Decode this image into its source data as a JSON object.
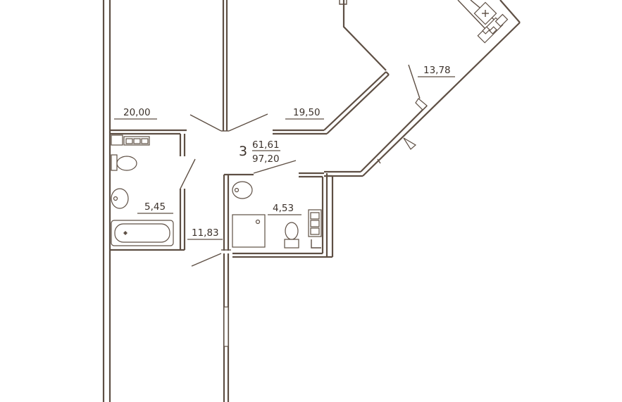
{
  "apartment": {
    "rooms": "3",
    "living_area": "61,61",
    "total_area": "97,20"
  },
  "rooms": [
    {
      "id": "room-left",
      "area": "20,00"
    },
    {
      "id": "room-center",
      "area": "19,50"
    },
    {
      "id": "room-right",
      "area": "13,78"
    },
    {
      "id": "bathroom",
      "area": "5,45"
    },
    {
      "id": "hallway",
      "area": "11,83"
    },
    {
      "id": "wc",
      "area": "4,53"
    }
  ],
  "colors": {
    "line": "#5e4f44",
    "text": "#3c322b",
    "background": "#ffffff"
  }
}
